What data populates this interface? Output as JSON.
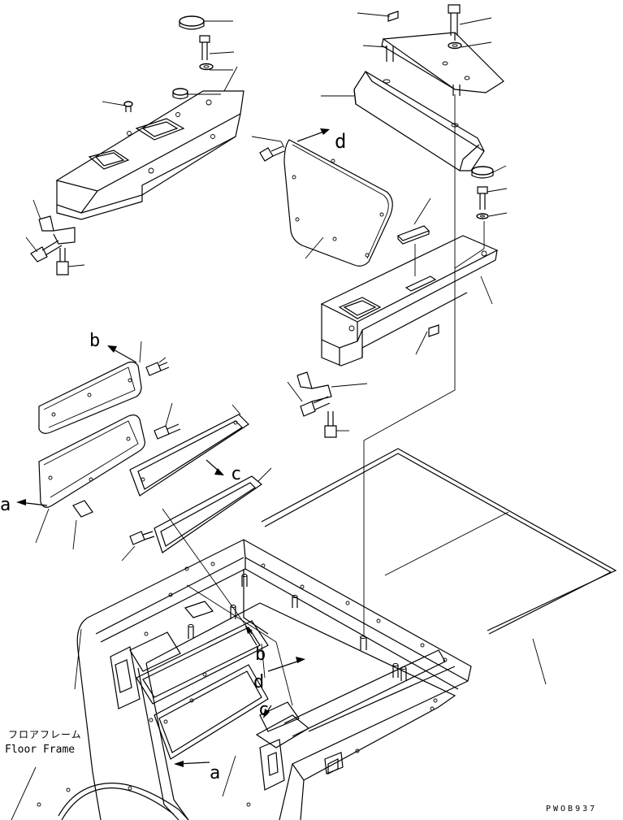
{
  "labels": {
    "arrow_a_top": "a",
    "arrow_b_top": "b",
    "arrow_c_top": "c",
    "arrow_d_top": "d",
    "arrow_a_bottom": "a",
    "arrow_b_bottom": "b",
    "arrow_c_bottom": "c",
    "arrow_d_bottom": "d"
  },
  "floor_frame": {
    "jp": "フロアフレーム",
    "en": "Floor Frame"
  },
  "drawing_code": "PWOB937"
}
